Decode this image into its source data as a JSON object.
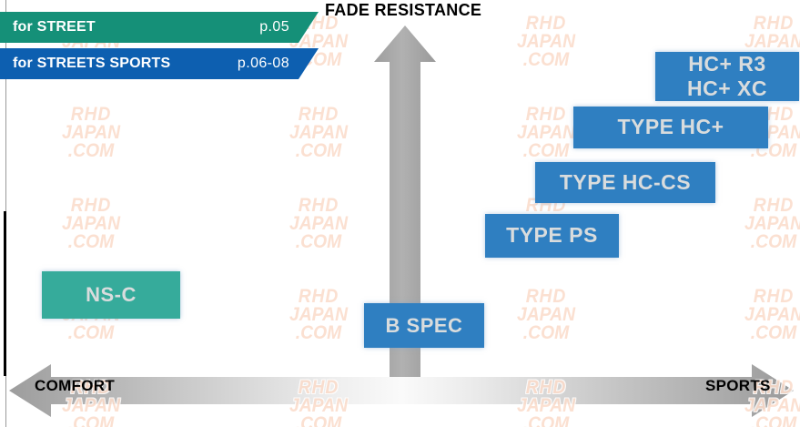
{
  "axes": {
    "vertical_title": "FADE RESISTANCE",
    "left_end": "COMFORT",
    "right_end": "SPORTS",
    "arrow_color": "#a6a6a6"
  },
  "banners": [
    {
      "key": "street",
      "label": "for STREET",
      "page": "p.05",
      "color": "#159078"
    },
    {
      "key": "streets_sports",
      "label": "for STREETS SPORTS",
      "page": "p.06-08",
      "color": "#0d5fb0"
    }
  ],
  "products": [
    {
      "key": "hc_r3_xc",
      "line1": "HC+ R3",
      "line2": "HC+ XC",
      "color": "#2f7fc1"
    },
    {
      "key": "type_hc_plus",
      "line1": "TYPE HC+",
      "line2": "",
      "color": "#2f7fc1"
    },
    {
      "key": "type_hc_cs",
      "line1": "TYPE HC-CS",
      "line2": "",
      "color": "#2f7fc1"
    },
    {
      "key": "type_ps",
      "line1": "TYPE PS",
      "line2": "",
      "color": "#2f7fc1"
    },
    {
      "key": "b_spec",
      "line1": "B SPEC",
      "line2": "",
      "color": "#2f7fc1"
    },
    {
      "key": "ns_c",
      "line1": "NS-C",
      "line2": "",
      "color": "#36ab9b"
    }
  ],
  "watermark": {
    "line1": "RHD",
    "line2": "JAPAN",
    "line3": ".COM",
    "color": "#fbdccb"
  },
  "chart_data": {
    "type": "scatter",
    "title": "Brake pad positioning map",
    "xlabel": "COMFORT ↔ SPORTS",
    "ylabel": "FADE RESISTANCE",
    "xlim": [
      0,
      100
    ],
    "ylim": [
      0,
      100
    ],
    "grid": false,
    "legend": "none",
    "points": [
      {
        "label": "NS-C",
        "x": 7,
        "y": 22,
        "series": "for STREET"
      },
      {
        "label": "B SPEC",
        "x": 48,
        "y": 14,
        "series": "for STREETS SPORTS"
      },
      {
        "label": "TYPE PS",
        "x": 65,
        "y": 40,
        "series": "for STREETS SPORTS"
      },
      {
        "label": "TYPE HC-CS",
        "x": 73,
        "y": 53,
        "series": "for STREETS SPORTS"
      },
      {
        "label": "TYPE HC+",
        "x": 81,
        "y": 66,
        "series": "for STREETS SPORTS"
      },
      {
        "label": "HC+ R3 / HC+ XC",
        "x": 90,
        "y": 80,
        "series": "for STREETS SPORTS"
      }
    ]
  }
}
